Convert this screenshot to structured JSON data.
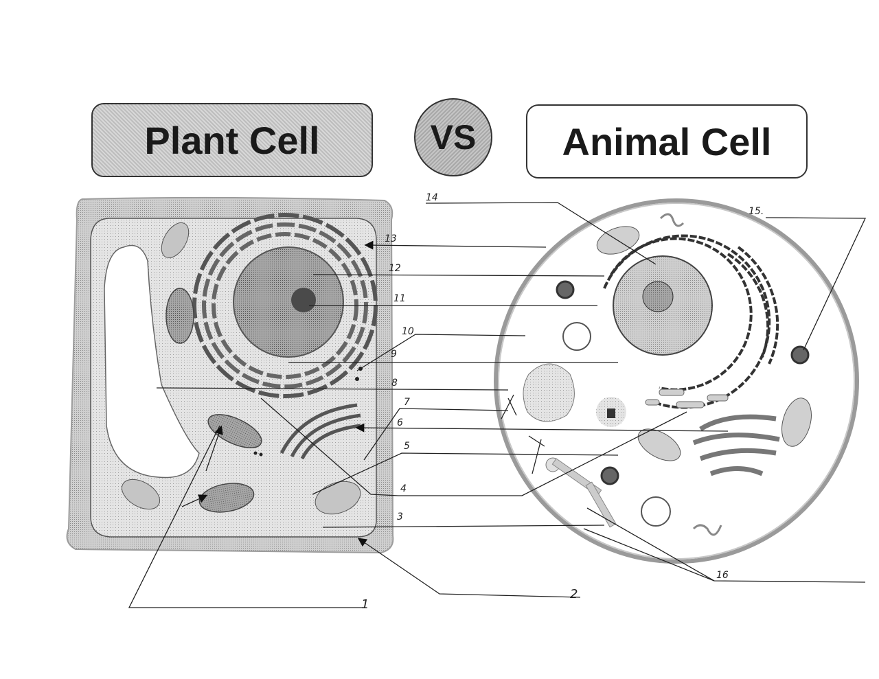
{
  "titles": {
    "plant": "Plant Cell",
    "vs": "VS",
    "animal": "Animal Cell"
  },
  "labels": [
    {
      "id": "1",
      "text": "1"
    },
    {
      "id": "2",
      "text": "2"
    },
    {
      "id": "3",
      "text": "3"
    },
    {
      "id": "4",
      "text": "4"
    },
    {
      "id": "5",
      "text": "5"
    },
    {
      "id": "6",
      "text": "6"
    },
    {
      "id": "7",
      "text": "7"
    },
    {
      "id": "8",
      "text": "8"
    },
    {
      "id": "9",
      "text": "9"
    },
    {
      "id": "10",
      "text": "10"
    },
    {
      "id": "11",
      "text": "11"
    },
    {
      "id": "12",
      "text": "12"
    },
    {
      "id": "13",
      "text": "13"
    },
    {
      "id": "14",
      "text": "14"
    },
    {
      "id": "15",
      "text": "15."
    },
    {
      "id": "16",
      "text": "16"
    }
  ],
  "colors": {
    "cell_wall": "#b8b8b8",
    "cytoplasm": "#d9d9d9",
    "nucleus": "#9a9a9a",
    "nucleolus": "#555555",
    "line": "#222222"
  }
}
